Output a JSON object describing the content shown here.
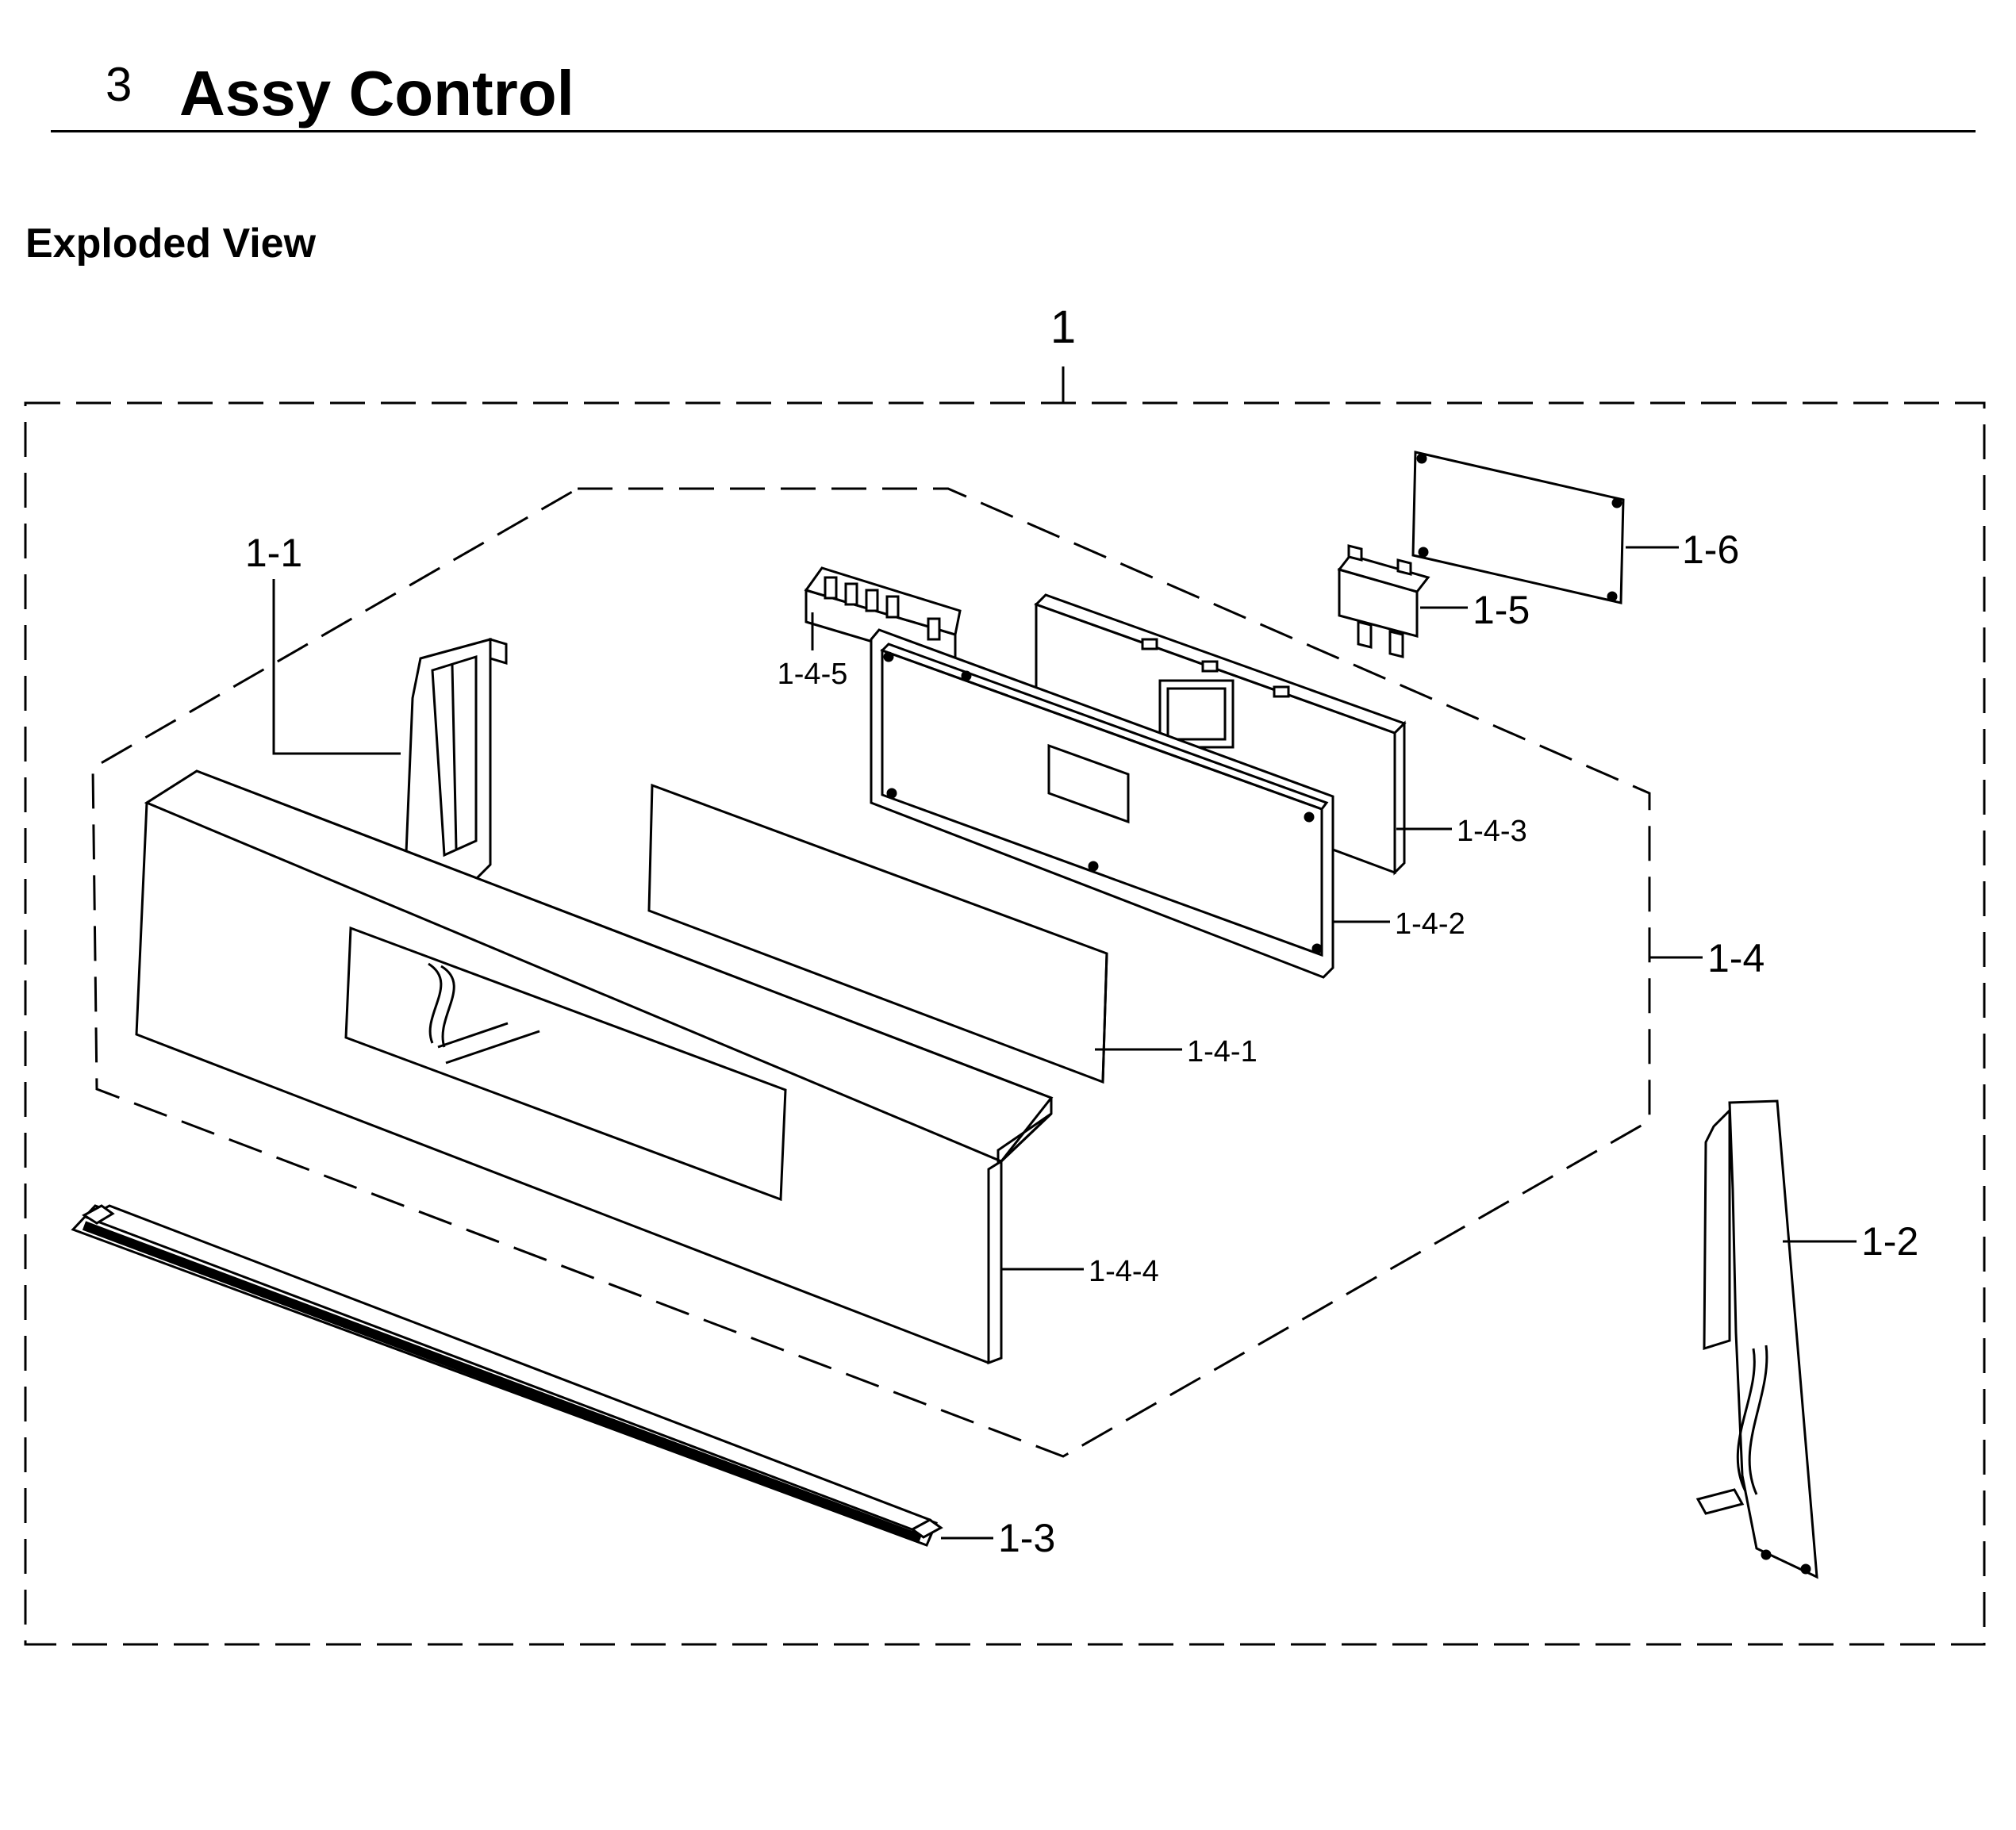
{
  "header": {
    "section_number": "3",
    "title": "Assy Control"
  },
  "subtitle": "Exploded View",
  "diagram": {
    "assembly_label": "1",
    "parts": {
      "p1_1": "1-1",
      "p1_2": "1-2",
      "p1_3": "1-3",
      "p1_4": "1-4",
      "p1_4_1": "1-4-1",
      "p1_4_2": "1-4-2",
      "p1_4_3": "1-4-3",
      "p1_4_4": "1-4-4",
      "p1_4_5": "1-4-5",
      "p1_5": "1-5",
      "p1_6": "1-6"
    }
  }
}
